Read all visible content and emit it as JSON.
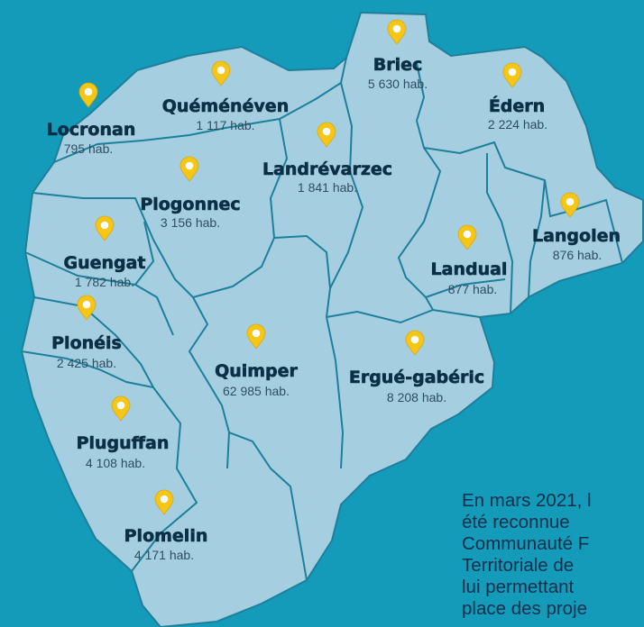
{
  "map": {
    "colors": {
      "background": "#149bb9",
      "land": "#a5cfe0",
      "border": "#1e7f9b",
      "pin": "#f6c617",
      "name_text": "#0b2f45",
      "population_text": "#2f4d62"
    },
    "communes": [
      {
        "id": "briec",
        "name": "Briec",
        "population": "5 630 hab."
      },
      {
        "id": "edern",
        "name": "Édern",
        "population": "2 224 hab."
      },
      {
        "id": "quemeneven",
        "name": "Quéménéven",
        "population": "1 117 hab."
      },
      {
        "id": "locronan",
        "name": "Locronan",
        "population": "795 hab."
      },
      {
        "id": "landrevarzec",
        "name": "Landrévarzec",
        "population": "1 841 hab."
      },
      {
        "id": "plogonnec",
        "name": "Plogonnec",
        "population": "3 156 hab."
      },
      {
        "id": "langolen",
        "name": "Langolen",
        "population": "876 hab."
      },
      {
        "id": "guengat",
        "name": "Guengat",
        "population": "1 782 hab."
      },
      {
        "id": "landual",
        "name": "Landual",
        "population": "877 hab."
      },
      {
        "id": "ploneis",
        "name": "Plonéis",
        "population": "2 425 hab."
      },
      {
        "id": "quimper",
        "name": "Quimper",
        "population": "62 985 hab."
      },
      {
        "id": "ergue",
        "name": "Ergué-gabéric",
        "population": "8 208 hab."
      },
      {
        "id": "pluguffan",
        "name": "Pluguffan",
        "population": "4 108 hab."
      },
      {
        "id": "plomelin",
        "name": "Plomelin",
        "population": "4 171 hab."
      }
    ]
  },
  "caption": {
    "lines": [
      "En mars 2021, l",
      "été reconnue",
      "Communauté F",
      "Territoriale de",
      "lui permettant",
      "place des proje"
    ]
  }
}
